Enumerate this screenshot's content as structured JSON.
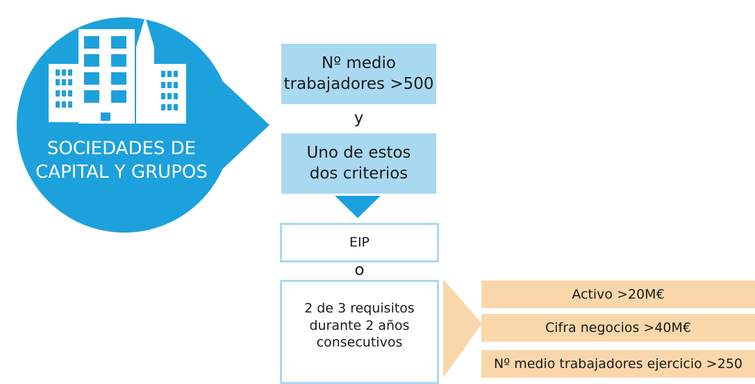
{
  "company": {
    "title_line1": "SOCIEDADES DE",
    "title_line2": "CAPITAL Y GRUPOS",
    "icon": "buildings-icon",
    "color": "#1da1dc"
  },
  "conditions": {
    "box1_line1": "Nº medio",
    "box1_line2": "trabajadores >500",
    "connector_y": "y",
    "box2_line1": "Uno de estos",
    "box2_line2": "dos criterios"
  },
  "criteria": {
    "eip": "EIP",
    "connector_o": "o",
    "req_line1": "2 de 3 requisitos",
    "req_line2": "durante 2 años",
    "req_line3": "consecutivos"
  },
  "requirements": {
    "items": [
      "Activo >20M€",
      "Cifra negocios >40M€",
      "Nº medio trabajadores ejercicio >250"
    ]
  },
  "colors": {
    "blue": "#1da1dc",
    "light_blue": "#a9d9f1",
    "orange": "#fad7ab"
  }
}
